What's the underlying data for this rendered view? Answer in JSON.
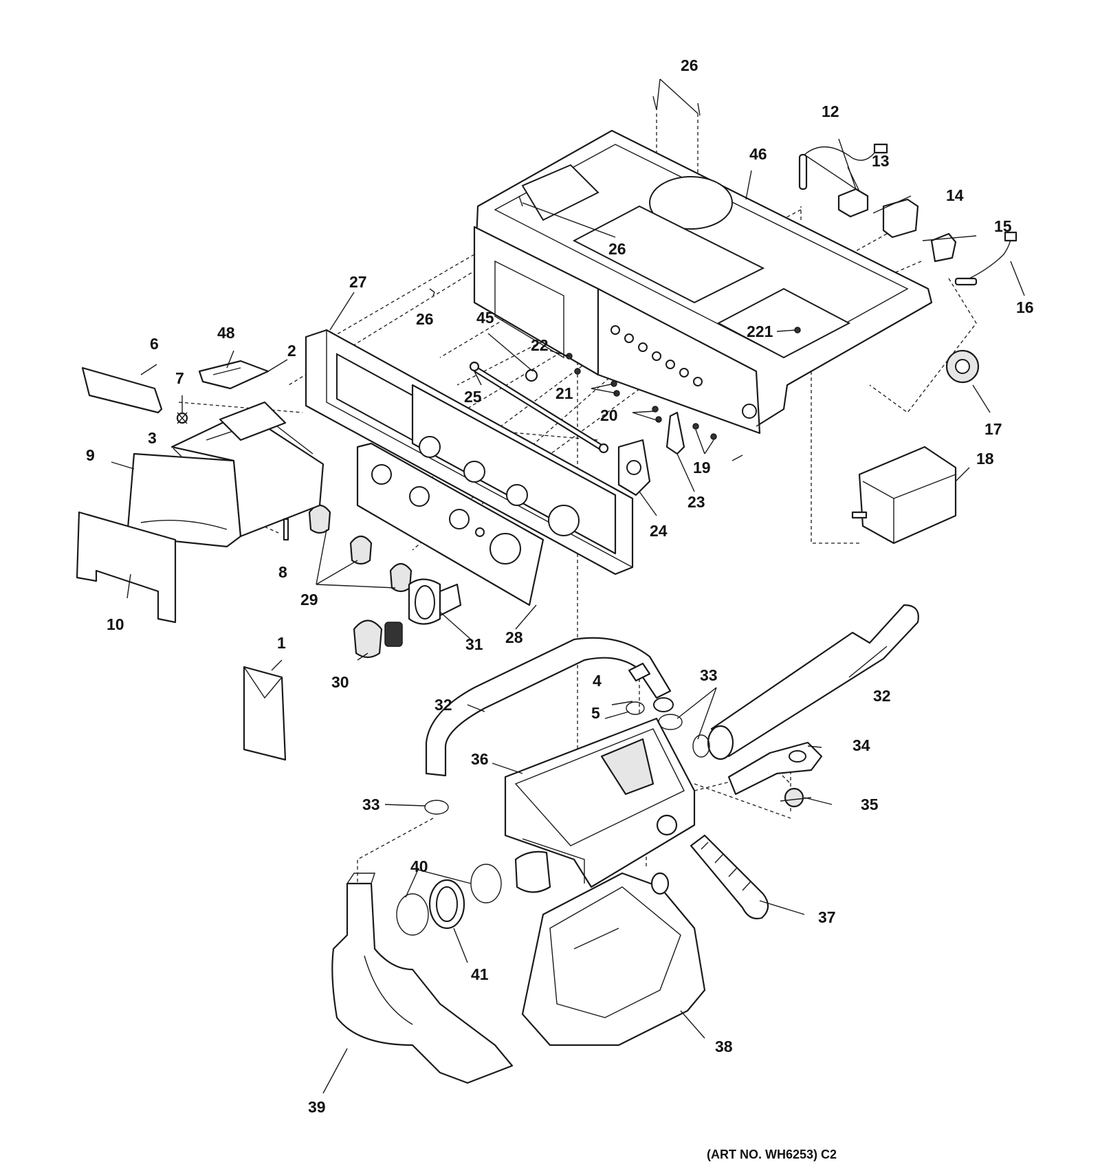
{
  "callouts": {
    "c1": "1",
    "c2": "2",
    "c3": "3",
    "c4": "4",
    "c5": "5",
    "c6": "6",
    "c7": "7",
    "c8": "8",
    "c9": "9",
    "c10": "10",
    "c12": "12",
    "c13": "13",
    "c14": "14",
    "c15": "15",
    "c16": "16",
    "c17": "17",
    "c18": "18",
    "c19": "19",
    "c20": "20",
    "c21": "21",
    "c22": "22",
    "c221": "221",
    "c23": "23",
    "c24": "24",
    "c25": "25",
    "c26": "26",
    "c27": "27",
    "c28": "28",
    "c29": "29",
    "c30": "30",
    "c31": "31",
    "c32": "32",
    "c33": "33",
    "c34": "34",
    "c35": "35",
    "c36": "36",
    "c37": "37",
    "c38": "38",
    "c39": "39",
    "c40": "40",
    "c41": "41",
    "c45": "45",
    "c46": "46",
    "c48": "48"
  },
  "art_number": "(ART NO. WH6253) C2"
}
